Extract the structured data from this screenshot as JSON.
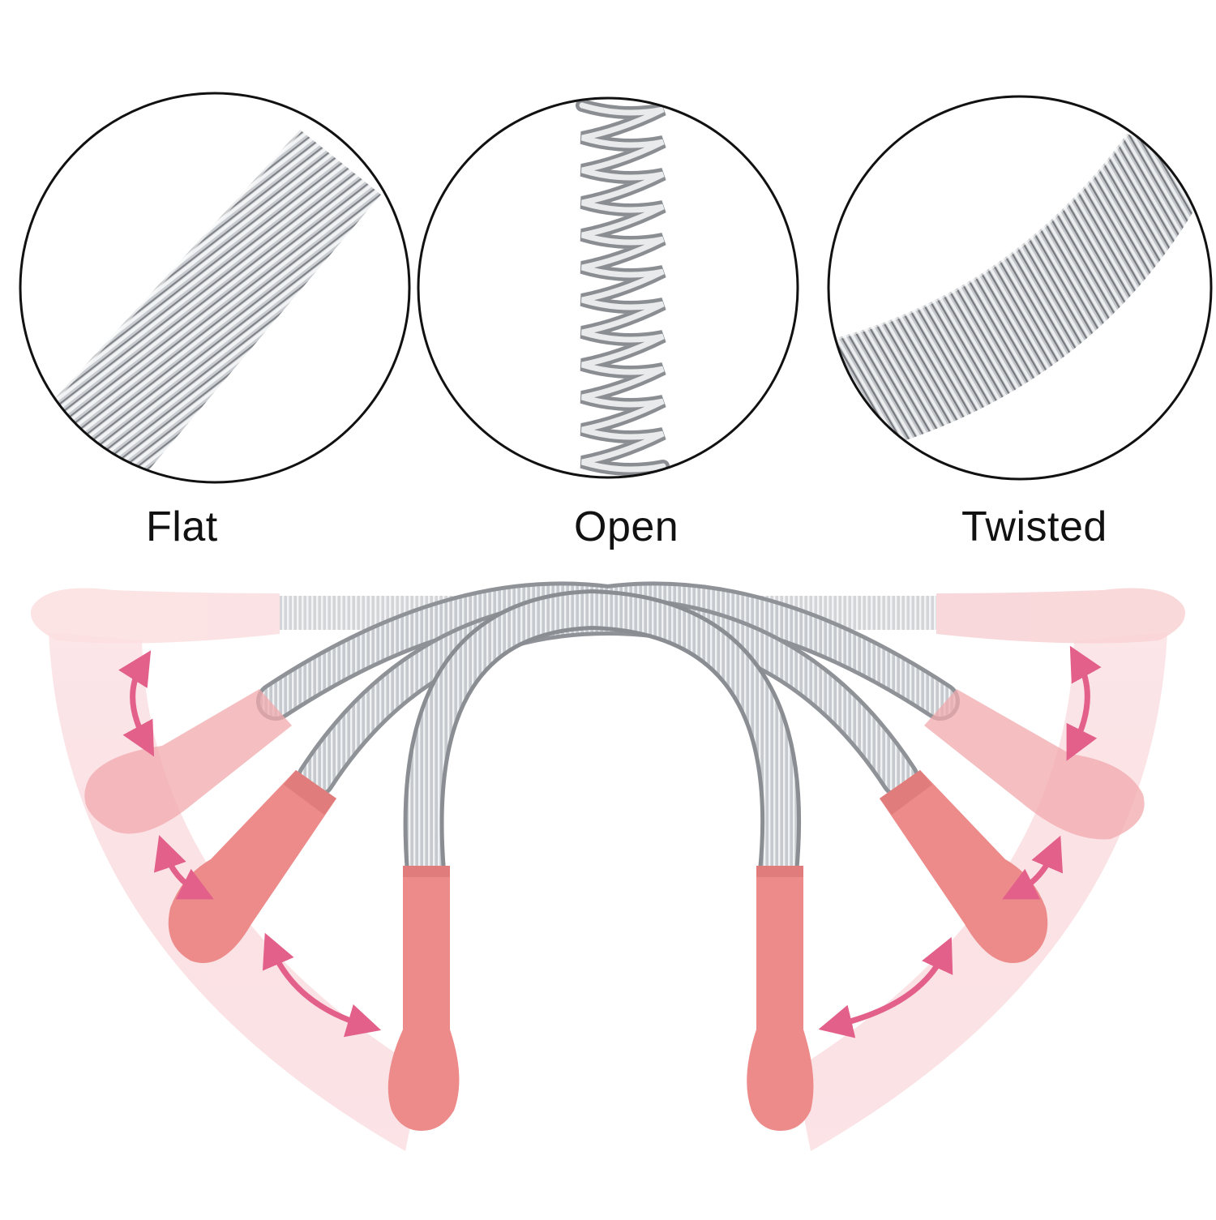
{
  "labels": {
    "flat": "Flat",
    "open": "Open",
    "twisted": "Twisted"
  },
  "colors": {
    "handle": "#EC8B8A",
    "handle_light": "#F6C9CA",
    "arrow": "#E2608A",
    "spring": "#B8BBBF",
    "circle_border": "#111111"
  }
}
